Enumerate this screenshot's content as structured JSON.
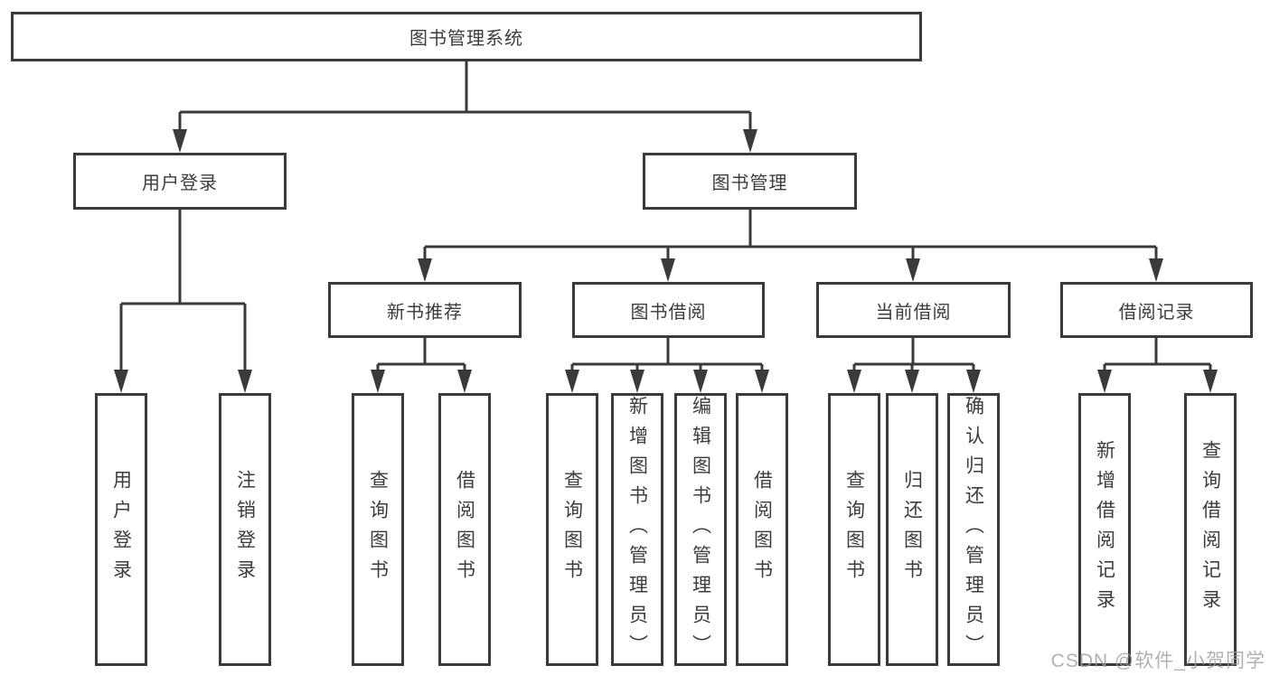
{
  "colors": {
    "background": "#ffffff",
    "line": "#3a3a3a",
    "text": "#3c3c3c",
    "watermark": "#9e9e9e"
  },
  "tree": {
    "root": {
      "label": "图书管理系统",
      "children": [
        {
          "label": "用户登录",
          "children": [
            {
              "label": "用户登录"
            },
            {
              "label": "注销登录"
            }
          ]
        },
        {
          "label": "图书管理",
          "children": [
            {
              "label": "新书推荐",
              "children": [
                {
                  "label": "查询图书"
                },
                {
                  "label": "借阅图书"
                }
              ]
            },
            {
              "label": "图书借阅",
              "children": [
                {
                  "label": "查询图书"
                },
                {
                  "label": "新增图书（管理员）"
                },
                {
                  "label": "编辑图书（管理员）"
                },
                {
                  "label": "借阅图书"
                }
              ]
            },
            {
              "label": "当前借阅",
              "children": [
                {
                  "label": "查询图书"
                },
                {
                  "label": "归还图书"
                },
                {
                  "label": "确认归还（管理员）"
                }
              ]
            },
            {
              "label": "借阅记录",
              "children": [
                {
                  "label": "新增借阅记录"
                },
                {
                  "label": "查询借阅记录"
                }
              ]
            }
          ]
        }
      ]
    }
  },
  "watermark": {
    "text": "CSDN @软件_小贺同学"
  }
}
